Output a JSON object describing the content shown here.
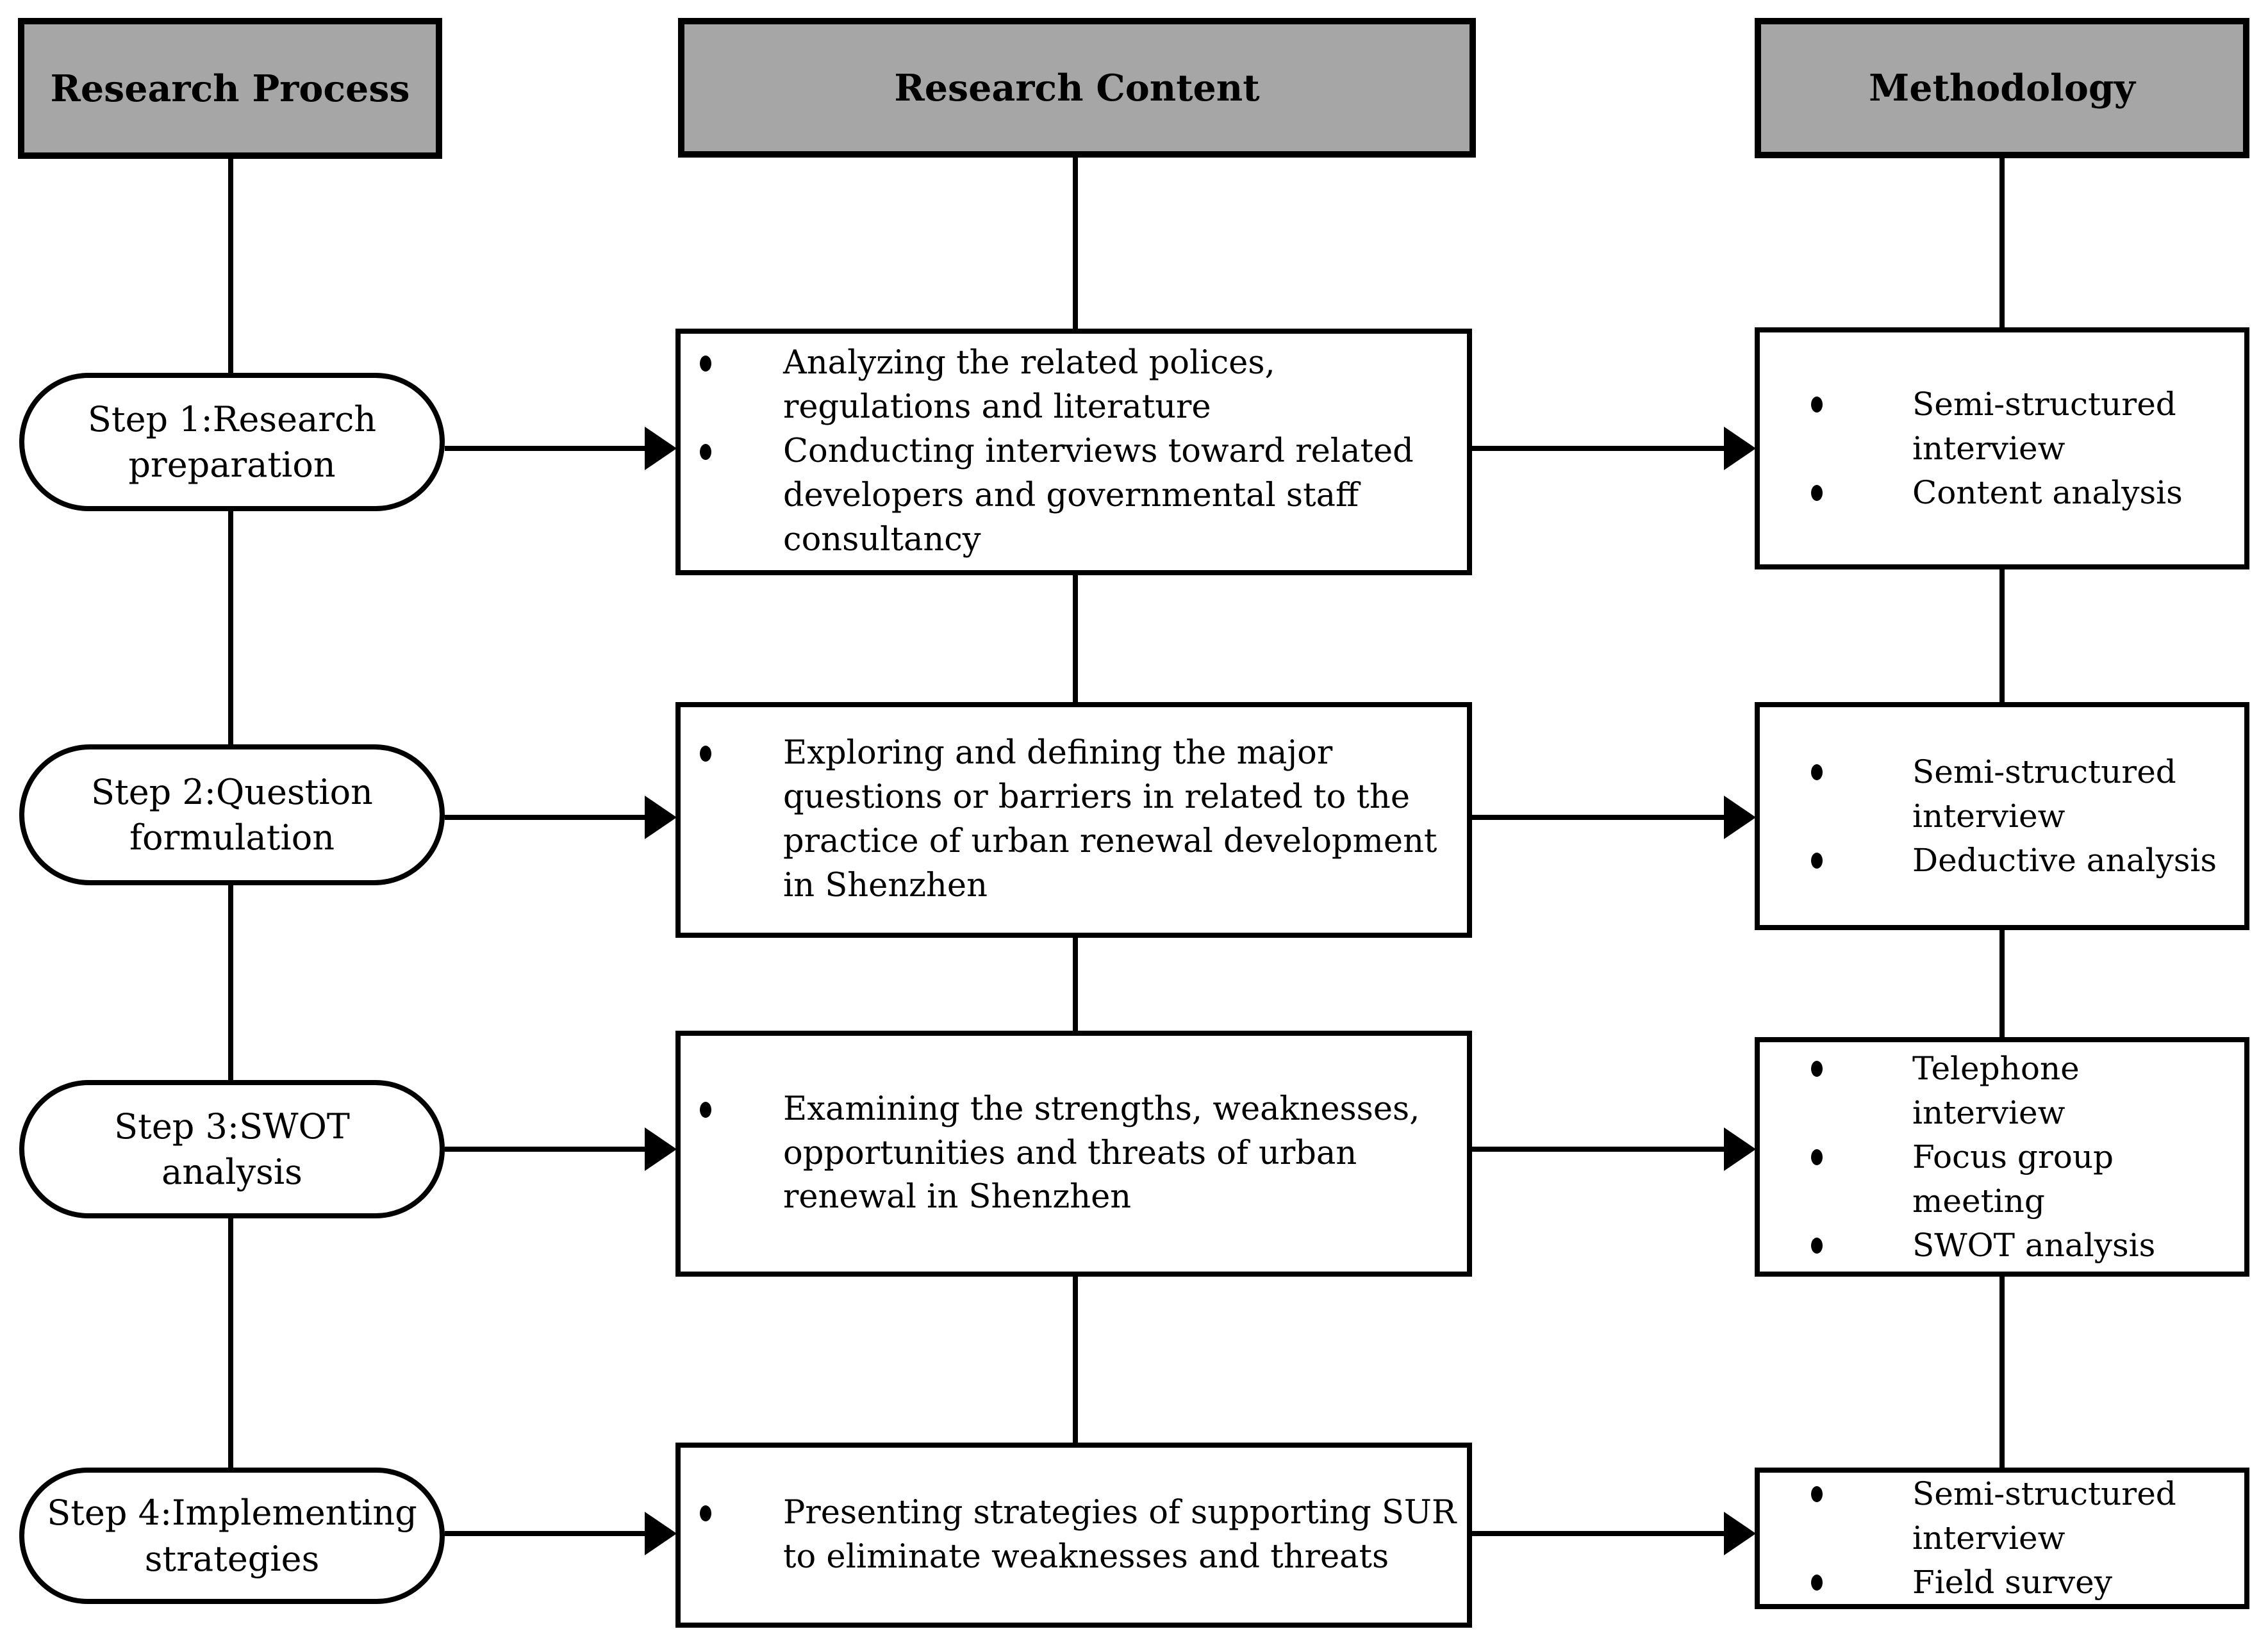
{
  "palette": {
    "header_fill": "#a6a6a6",
    "line_color": "#000000",
    "background": "#ffffff"
  },
  "headers": {
    "process": "Research Process",
    "content": "Research Content",
    "methodology": "Methodology"
  },
  "steps": [
    {
      "label": "Step 1:Research preparation"
    },
    {
      "label": "Step 2:Question formulation"
    },
    {
      "label": "Step 3:SWOT analysis"
    },
    {
      "label": "Step 4:Implementing strategies"
    }
  ],
  "content_boxes": [
    {
      "items": [
        "Analyzing the related polices, regulations and literature",
        "Conducting interviews toward related developers and governmental staff consultancy"
      ]
    },
    {
      "items": [
        "Exploring and defining the major questions or barriers in related to the practice of urban renewal development in Shenzhen"
      ]
    },
    {
      "items": [
        "Examining the strengths, weaknesses, opportunities and threats of urban renewal in Shenzhen"
      ]
    },
    {
      "items": [
        "Presenting strategies of supporting SUR to eliminate weaknesses and threats"
      ]
    }
  ],
  "methodology_boxes": [
    {
      "items": [
        "Semi-structured interview",
        "Content analysis"
      ]
    },
    {
      "items": [
        "Semi-structured interview",
        "Deductive analysis"
      ]
    },
    {
      "items": [
        "Telephone interview",
        "Focus group meeting",
        "SWOT analysis"
      ]
    },
    {
      "items": [
        "Semi-structured interview",
        "Field survey"
      ]
    }
  ]
}
